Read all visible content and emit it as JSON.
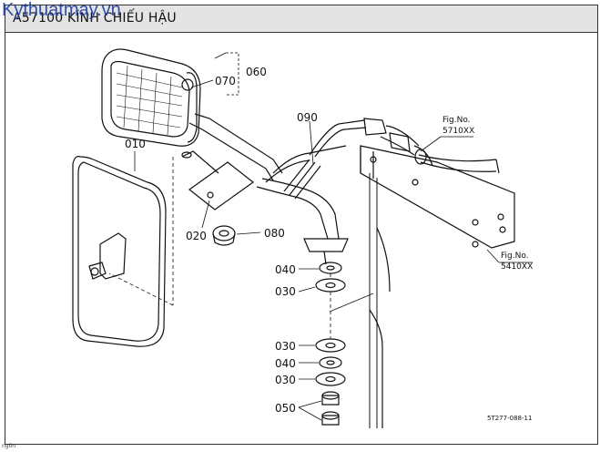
{
  "header": {
    "title": "A57100 KÍNH CHIẾU HẬU",
    "watermark": "Kythuatmay.vn"
  },
  "parts": {
    "p010": "010",
    "p020": "020",
    "p030a": "030",
    "p030b": "030",
    "p030c": "030",
    "p040a": "040",
    "p040b": "040",
    "p050": "050",
    "p060": "060",
    "p070": "070",
    "p080": "080",
    "p090": "090"
  },
  "refs": {
    "ref1_line1": "Fig.No.",
    "ref1_line2": "5710XX",
    "ref2_line1": "Fig.No.",
    "ref2_line2": "5410XX"
  },
  "drawing_code": "5T277-088-11",
  "footer": {
    "mark": "ngôn",
    "text": ""
  }
}
